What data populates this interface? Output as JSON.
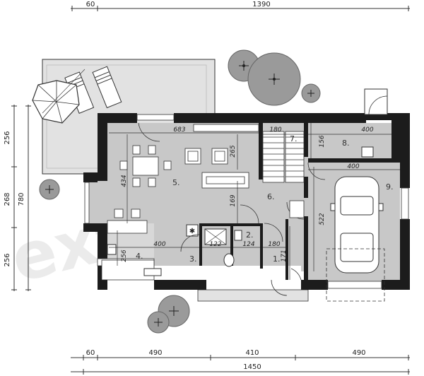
{
  "colors": {
    "wall": "#1c1c1c",
    "floor": "#c8c8c8",
    "terrace": "#e2e2e2",
    "tree": "#9a9a9a",
    "line": "#333333",
    "watermark": "#ebebeb"
  },
  "watermark": "extradom",
  "dims": {
    "top": [
      "60",
      "1390"
    ],
    "bottom_row1": [
      "60",
      "490",
      "410",
      "490"
    ],
    "bottom_total": "1450",
    "left_inner": [
      "256",
      "268",
      "256"
    ],
    "left_outer": "780"
  },
  "rooms": {
    "r1": "1.",
    "r2": "2.",
    "r3": "3.",
    "r4": "4.",
    "r5": "5.",
    "r6": "6.",
    "r7": "7.",
    "r8": "8.",
    "r9": "9."
  },
  "inner_dims": {
    "living_w": "683",
    "living_d": "434",
    "stair_w": "180",
    "garage_room_w": "400",
    "garage_room_d": "156",
    "garage_w": "400",
    "garage_d": "522",
    "table_d": "265",
    "hall_d": "169",
    "kitchen_w": "400",
    "kitchen_d": "256",
    "wc_w1": "122",
    "wc_w2": "124",
    "room1_w": "180",
    "room1_d": "171"
  }
}
